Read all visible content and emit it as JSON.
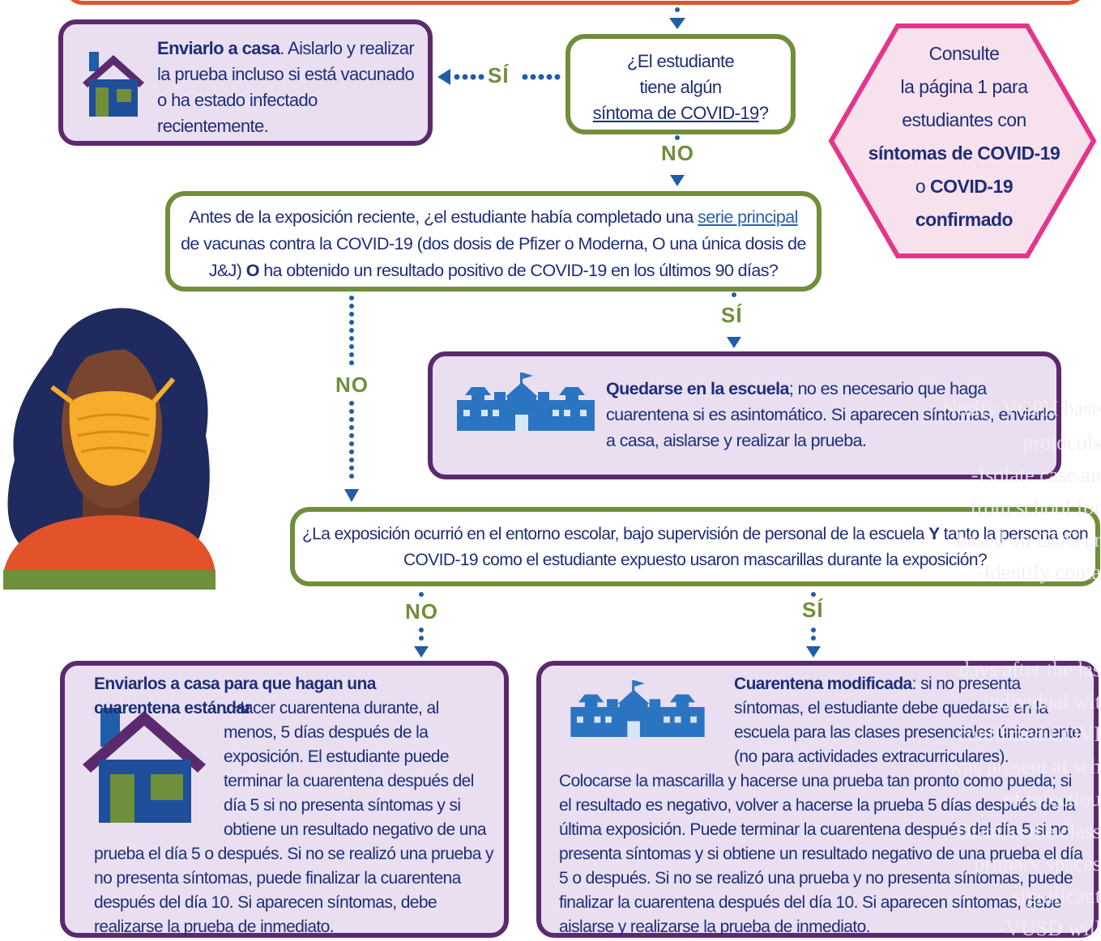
{
  "home_box": {
    "lead": "Enviarlo a casa",
    "text": ". Aislarlo y realizar la prueba incluso si está vacunado o ha estado infectado recientemente."
  },
  "q1": {
    "l1": "¿El estudiante",
    "l2": "tiene algún",
    "link": "síntoma de COVID-19",
    "end": "?"
  },
  "hex": {
    "l1": "Consulte",
    "l2": "la página 1 para",
    "l3": "estudiantes con",
    "l4": "síntomas de COVID-19",
    "l5a": "o ",
    "l5b": "COVID-19",
    "l6": "confirmado"
  },
  "q2": {
    "p1": "Antes de la exposición reciente, ¿el estudiante había completado una ",
    "link": "serie principal",
    "p2": " de vacunas contra la COVID-19 (dos dosis de Pfizer o Moderna, O una única dosis de J&J) ",
    "bold": "O",
    "p3": " ha obtenido un resultado positivo de COVID-19 en los últimos 90 días?"
  },
  "school_box": {
    "lead": "Quedarse en la escuela",
    "text": "; no es necesario que haga cuarentena si es asintomático. Si aparecen síntomas, enviarlo a casa, aislarse y realizar la prueba."
  },
  "q3": {
    "p1": "¿La exposición ocurrió en el entorno escolar, bajo supervisión de personal de la escuela ",
    "bold": "Y",
    "p2": " tanto la persona con COVID-19 como el estudiante expuesto usaron mascarillas durante la exposición?"
  },
  "quarantine_box": {
    "lead": "Enviarlos a casa para que hagan una cuarentena estándar",
    "text": ". Hacer cuarentena durante, al menos, 5 días después de la exposición. El estudiante puede terminar la cuarentena después del día 5 si no presenta síntomas y si obtiene un resultado negativo de una prueba el día 5 o después. Si no se realizó una prueba y no presenta síntomas, puede finalizar la cuarentena después del día 10. Si aparecen síntomas, debe realizarse la prueba de inmediato."
  },
  "modified_box": {
    "lead": "Cuarentena modificada",
    "text": ": si no presenta síntomas, el estudiante debe quedarse en la escuela para las clases presenciales únicamente (no para actividades extracurriculares).",
    "text2": "Colocarse la mascarilla y hacerse una prueba tan pronto como pueda; si el resultado es negativo, volver a hacerse la prueba 5 días después de la última exposición. Puede terminar la cuarentena después del día 5 si no presenta síntomas y si obtiene un resultado negativo de una prueba el día 5 o después. Si no se realizó una prueba y no presenta síntomas, puede finalizar la cuarentena después del día 10. Si aparecen síntomas, debe aislarse y realizarse la prueba de inmediato."
  },
  "labels": {
    "si": "SÍ",
    "no": "NO"
  },
  "ghost_lines": [
    "Notify VCPH base",
    "protocols",
    "-Isolate case an",
    "from school for",
    "based on CDC cr",
    "-Identify conta",
    "days after the las",
    "individual wit",
    "confirmed COVI",
    "was present at sch",
    "of infectiou",
    "-Dismiss the class",
    "primary spaces",
    "significant",
    "-VUSD will"
  ],
  "colors": {
    "purple": "#5b2a6e",
    "green": "#6f8f3a",
    "navy": "#1f2d7a",
    "pink": "#e3368a",
    "orange": "#e2532a",
    "school_blue": "#2b74c2"
  }
}
